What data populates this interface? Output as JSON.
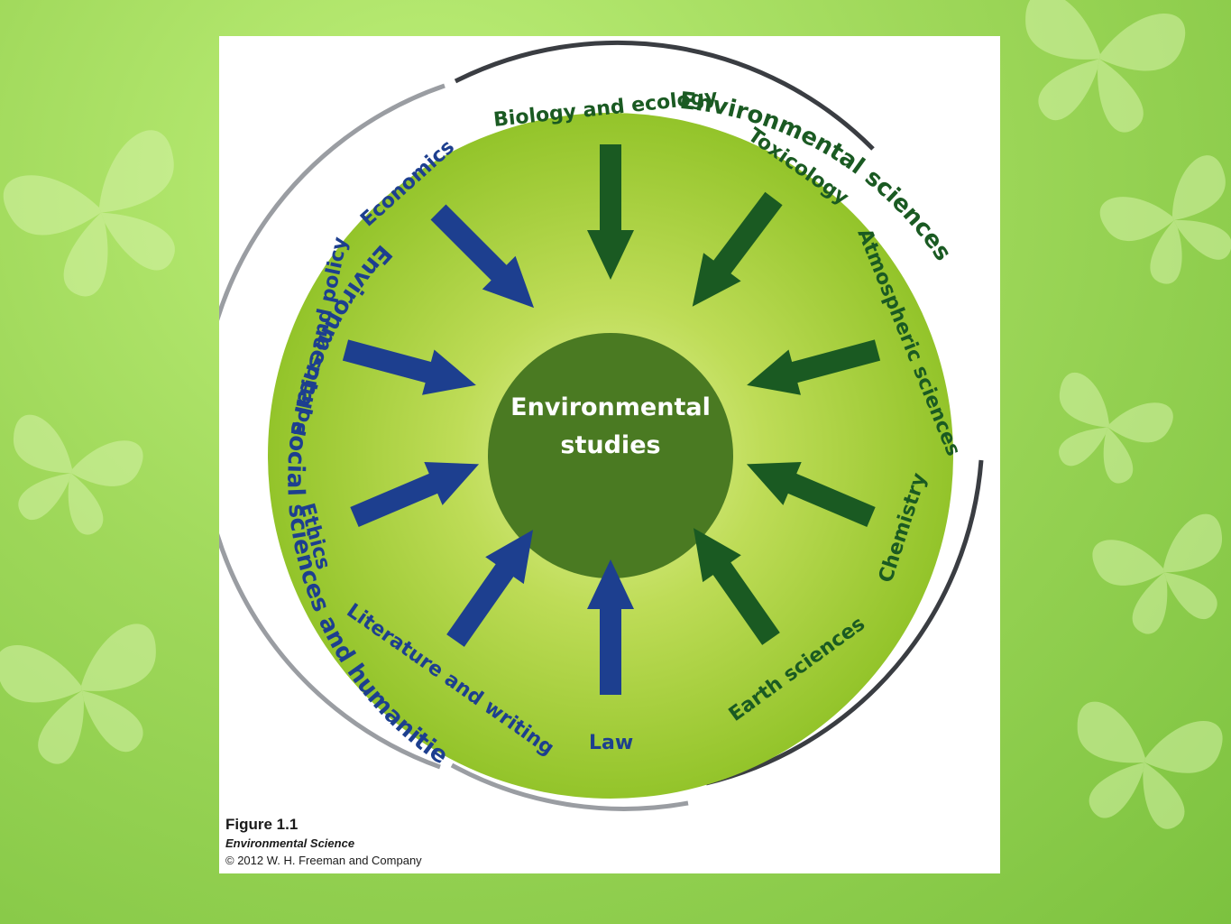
{
  "center": {
    "line1": "Environmental",
    "line2": "studies"
  },
  "outer_labels": {
    "social": "Environmental social sciences and humanities",
    "natural": "Environmental sciences"
  },
  "social_disciplines": {
    "economics": "Economics",
    "politics": "Politics and policy",
    "ethics": "Ethics",
    "literature": "Literature and writing",
    "law": "Law"
  },
  "science_disciplines": {
    "biology": "Biology and ecology",
    "toxicology": "Toxicology",
    "atmospheric": "Atmospheric sciences",
    "chemistry": "Chemistry",
    "earth": "Earth sciences"
  },
  "caption": {
    "figure": "Figure 1.1",
    "book": "Environmental Science",
    "copyright": "© 2012 W. H. Freeman and Company"
  },
  "colors": {
    "social_blue": "#1d3f8f",
    "science_green": "#1a5a22",
    "center_dark": "#4a7a22",
    "disc_light": "#a8d23a"
  }
}
